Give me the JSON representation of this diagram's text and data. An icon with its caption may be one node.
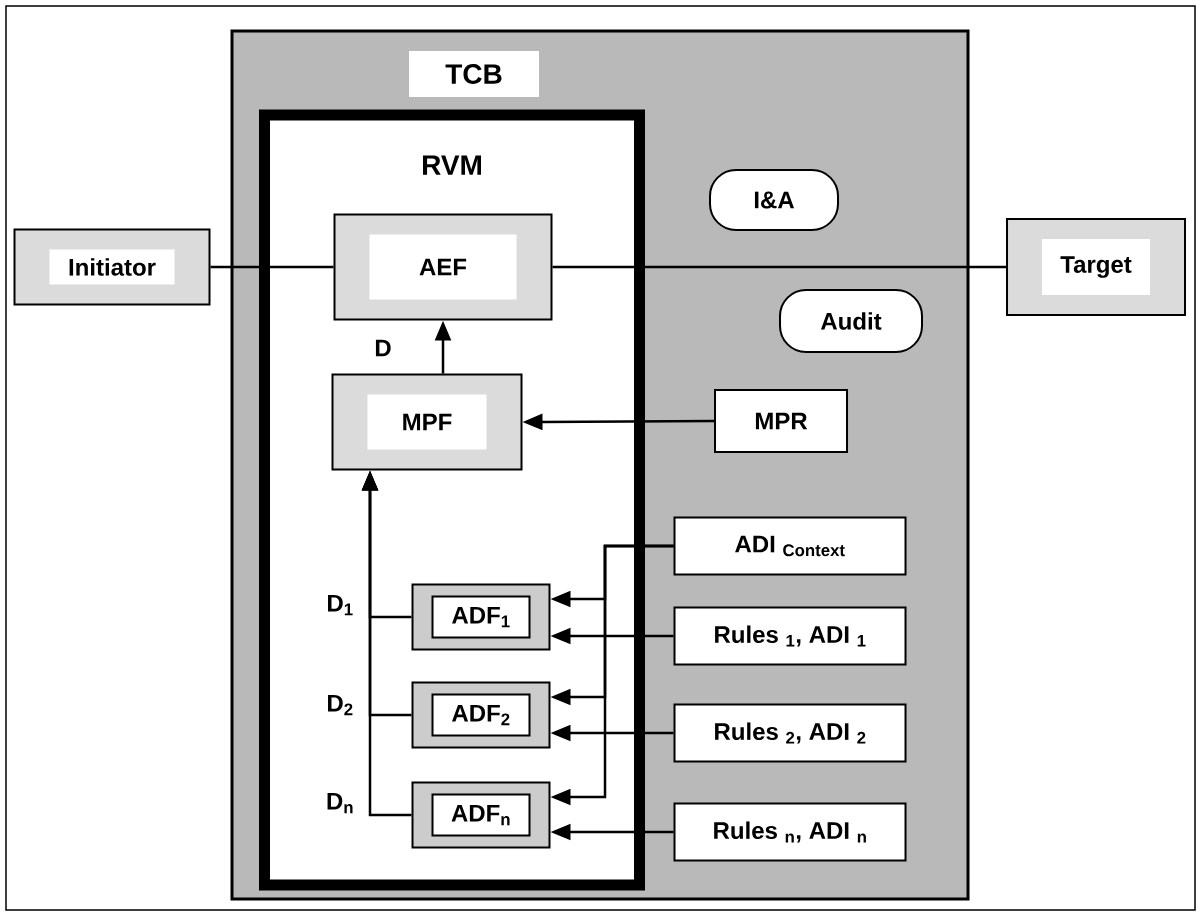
{
  "diagram": {
    "nodes": [
      {
        "text": [
          "TCB"
        ]
      },
      {
        "text": [
          "RVM"
        ],
        "in": 0
      },
      {
        "text": [
          "Initiator"
        ]
      },
      {
        "text": [
          "AEF"
        ],
        "in": 1
      },
      {
        "text": [
          "I&A"
        ],
        "in": 0
      },
      {
        "text": [
          "Target"
        ]
      },
      {
        "text": [
          "Audit"
        ],
        "in": 0
      },
      {
        "text": [
          "MPF"
        ],
        "in": 1
      },
      {
        "text": [
          "MPR"
        ],
        "in": 0
      },
      {
        "text": [
          "ADI $_{Context}$"
        ],
        "in": 0
      },
      {
        "text": [
          "ADF$_{1}$"
        ],
        "in": 1
      },
      {
        "text": [
          "Rules $_{1}$, ADI $_{1}$"
        ],
        "in": 0
      },
      {
        "text": [
          "ADF$_{2}$"
        ],
        "in": 1
      },
      {
        "text": [
          "Rules $_{2}$, ADI $_{2}$"
        ],
        "in": 0
      },
      {
        "text": [
          "ADF$_{n}$"
        ],
        "in": 1
      },
      {
        "text": [
          "Rules $_{n}$, ADI $_{n}$"
        ],
        "in": 0
      }
    ],
    "edges": [
      {
        "from": 2,
        "to": 3,
        "arrow": "none"
      },
      {
        "from": 3,
        "to": 5,
        "arrow": "none"
      },
      {
        "from": 7,
        "to": 3,
        "arrow": "to",
        "label": "D"
      },
      {
        "from": 8,
        "to": 7,
        "arrow": "to"
      },
      {
        "from": 10,
        "to": 7,
        "arrow": "to",
        "label": "D$_{1}$"
      },
      {
        "from": 12,
        "to": 7,
        "arrow": "to",
        "label": "D$_{2}$"
      },
      {
        "from": 14,
        "to": 7,
        "arrow": "to",
        "label": "D$_{n}$"
      },
      {
        "from": 9,
        "to": 10,
        "arrow": "to"
      },
      {
        "from": 9,
        "to": 12,
        "arrow": "to"
      },
      {
        "from": 9,
        "to": 14,
        "arrow": "to"
      },
      {
        "from": 11,
        "to": 10,
        "arrow": "to"
      },
      {
        "from": 13,
        "to": 12,
        "arrow": "to"
      },
      {
        "from": 15,
        "to": 14,
        "arrow": "to"
      }
    ]
  }
}
